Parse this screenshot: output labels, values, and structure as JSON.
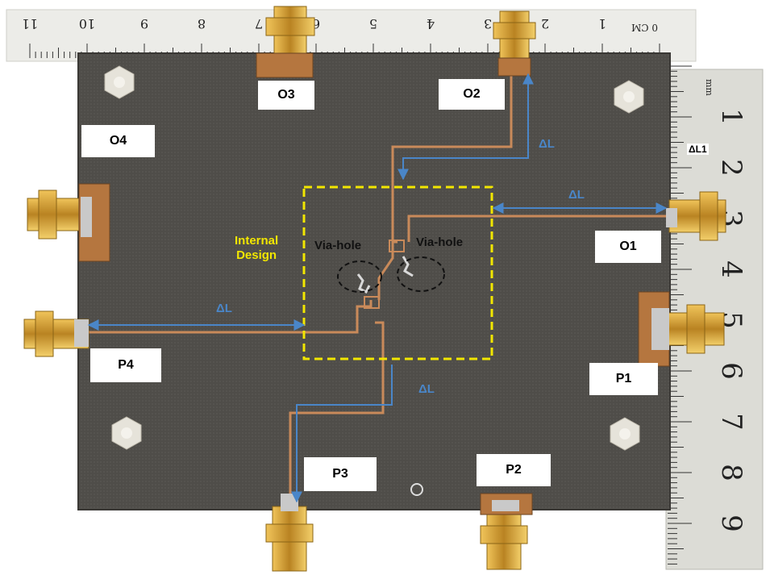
{
  "image_description_labels": {
    "ports": {
      "O1": "O1",
      "O2": "O2",
      "O3": "O3",
      "O4": "O4",
      "P1": "P1",
      "P2": "P2",
      "P3": "P3",
      "P4": "P4"
    },
    "delta_l": "ΔL",
    "delta_l1": "ΔL1",
    "via_hole": "Via-hole",
    "internal_design_line1": "Internal",
    "internal_design_line2": "Design"
  },
  "ruler_top": {
    "unit": "0 CM",
    "numbers": [
      "1",
      "2",
      "3",
      "4",
      "5",
      "6",
      "7",
      "8",
      "9",
      "10",
      "11"
    ]
  },
  "ruler_right": {
    "unit": "mm",
    "numbers": [
      "1",
      "2",
      "3",
      "4",
      "5",
      "6",
      "7",
      "8",
      "9"
    ]
  },
  "colors": {
    "board": "#4e4c48",
    "trace": "#c98a5a",
    "arrow": "#4a86c8",
    "box": "#f2e600",
    "connector": "#c9962b"
  }
}
